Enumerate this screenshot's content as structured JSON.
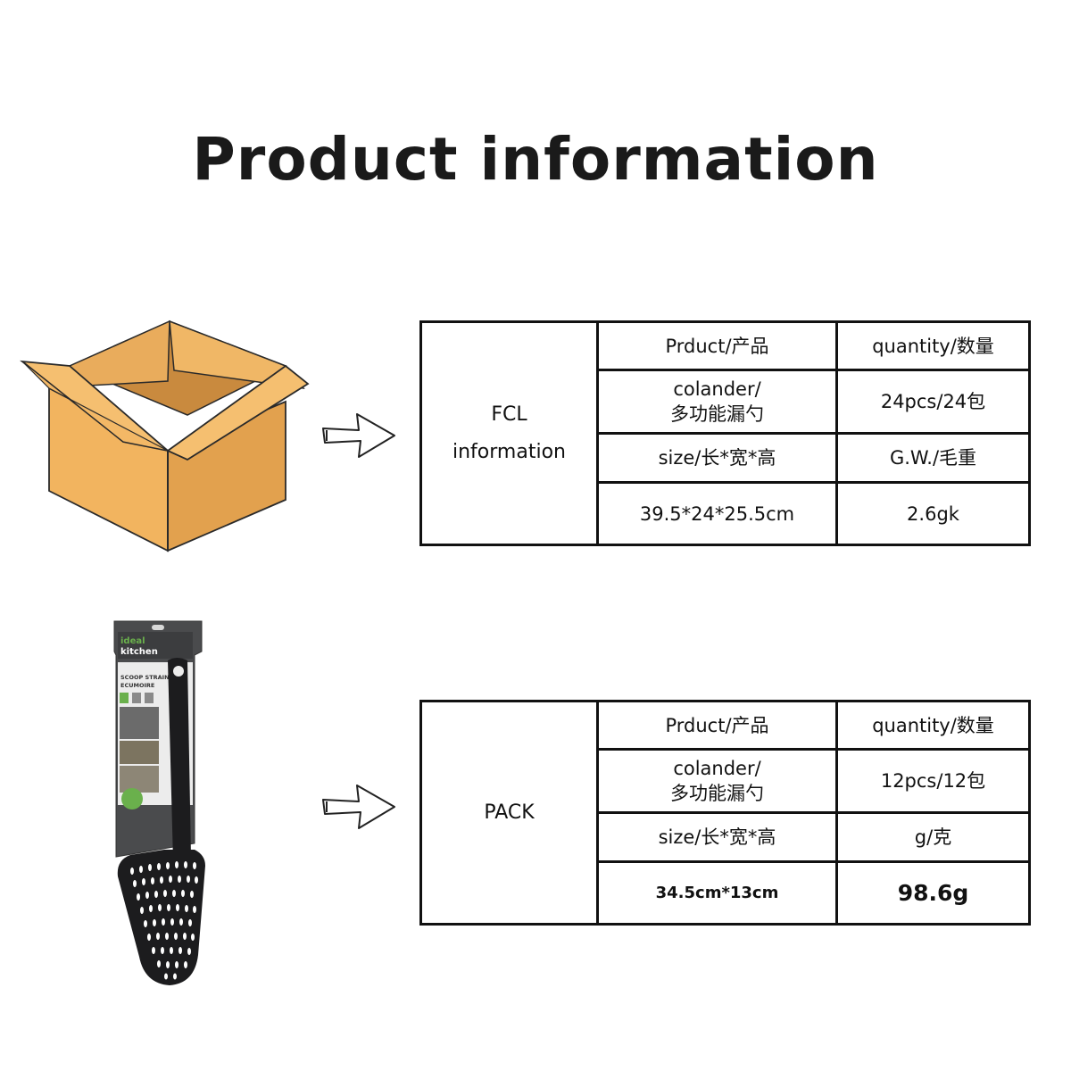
{
  "title": "Product information",
  "fcl": {
    "side_line1": "FCL",
    "side_line2": "information",
    "product_header": "Prduct/产品",
    "quantity_header": "quantity/数量",
    "product_name_line1": "colander/",
    "product_name_line2": "多功能漏勺",
    "quantity_value": "24pcs/24包",
    "size_header": "size/长*宽*高",
    "weight_header": "G.W./毛重",
    "size_value": "39.5*24*25.5cm",
    "weight_value": "2.6gk"
  },
  "pack": {
    "side_label": "PACK",
    "product_header": "Prduct/产品",
    "quantity_header": "quantity/数量",
    "product_name_line1": "colander/",
    "product_name_line2": "多功能漏勺",
    "quantity_value": "12pcs/12包",
    "size_header": "size/长*宽*高",
    "weight_header": "g/克",
    "size_value": "34.5cm*13cm",
    "weight_value": "98.6g"
  },
  "package_card": {
    "brand_line1": "ideal",
    "brand_line2": "kitchen",
    "product_line1": "SCOOP STRAINER",
    "product_line2": "ECUMOIRE"
  },
  "colors": {
    "box_front": "#f2b45f",
    "box_side": "#e2a14e",
    "box_flap": "#f5bf70",
    "box_inner": "#c98a3e",
    "card_bg": "#4a4b4d",
    "strainer": "#1c1c1e",
    "brand_green": "#6ab04c"
  }
}
